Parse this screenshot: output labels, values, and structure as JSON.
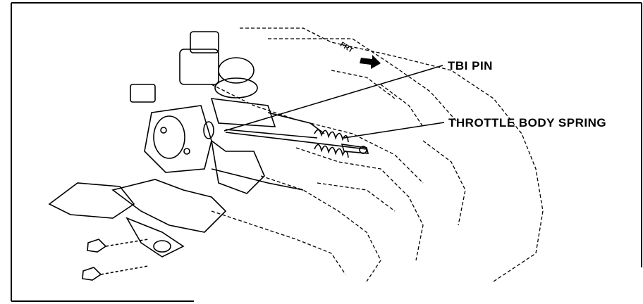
{
  "labels": {
    "tbi_pin": "TBI PIN",
    "throttle_body_spring": "THROTTLE BODY SPRING",
    "direction": "FRT"
  },
  "colors": {
    "ink": "#000000",
    "paper": "#ffffff"
  }
}
